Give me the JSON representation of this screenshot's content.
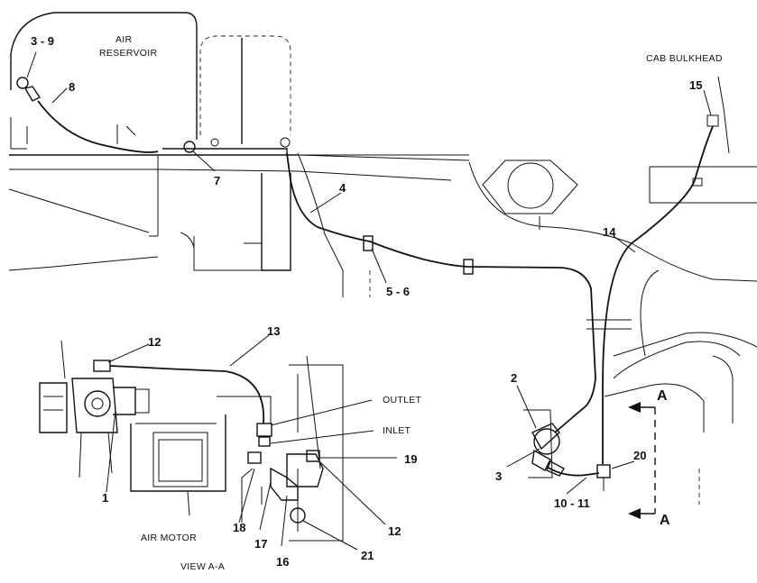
{
  "captions": {
    "air_reservoir_1": "AIR",
    "air_reservoir_2": "RESERVOIR",
    "cab_bulkhead": "CAB BULKHEAD",
    "outlet": "OUTLET",
    "inlet": "INLET",
    "air_motor": "AIR MOTOR",
    "view_aa": "VIEW  A-A",
    "section_a_top": "A",
    "section_a_bottom": "A"
  },
  "callouts": {
    "c3_9": "3 - 9",
    "c8": "8",
    "c7": "7",
    "c4": "4",
    "c5_6": "5 - 6",
    "c15": "15",
    "c14": "14",
    "c2": "2",
    "c3": "3",
    "c20": "20",
    "c10_11": "10 - 11",
    "c12_top": "12",
    "c13": "13",
    "c1": "1",
    "c19": "19",
    "c12_bottom": "12",
    "c18": "18",
    "c17": "17",
    "c16": "16",
    "c21": "21"
  },
  "colors": {
    "line": "#111111",
    "background": "#ffffff"
  }
}
